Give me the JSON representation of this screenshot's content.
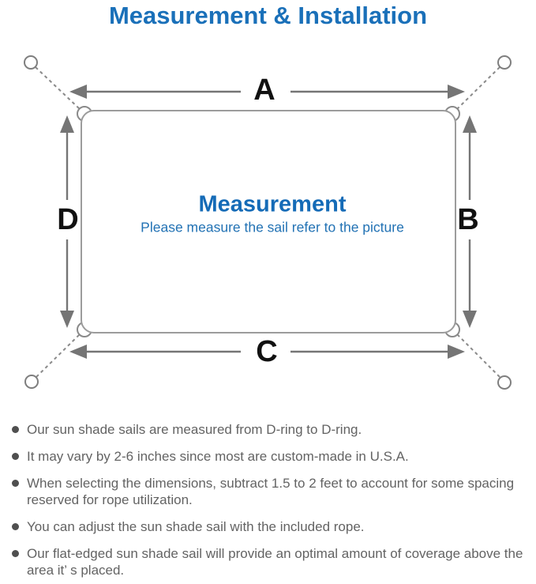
{
  "title": "Measurement & Installation",
  "diagram": {
    "edge_labels": {
      "top": "A",
      "right": "B",
      "bottom": "C",
      "left": "D"
    },
    "center_title": "Measurement",
    "center_subtitle": "Please measure the sail refer to the picture"
  },
  "notes": [
    "Our sun shade sails are measured from D-ring to D-ring.",
    "It may vary by 2-6 inches since most are custom-made in U.S.A.",
    "When selecting the dimensions, subtract 1.5 to 2 feet to account for some spacing reserved for rope utilization.",
    "You can adjust the sun shade sail with the included rope.",
    "Our flat-edged sun shade sail will provide an optimal amount of coverage above the area it’ s placed."
  ],
  "colors": {
    "accent_blue": "#1a70b9",
    "diagram_line_gray": "#8a8a8a",
    "label_black": "#111111",
    "note_text_gray": "#636363"
  }
}
